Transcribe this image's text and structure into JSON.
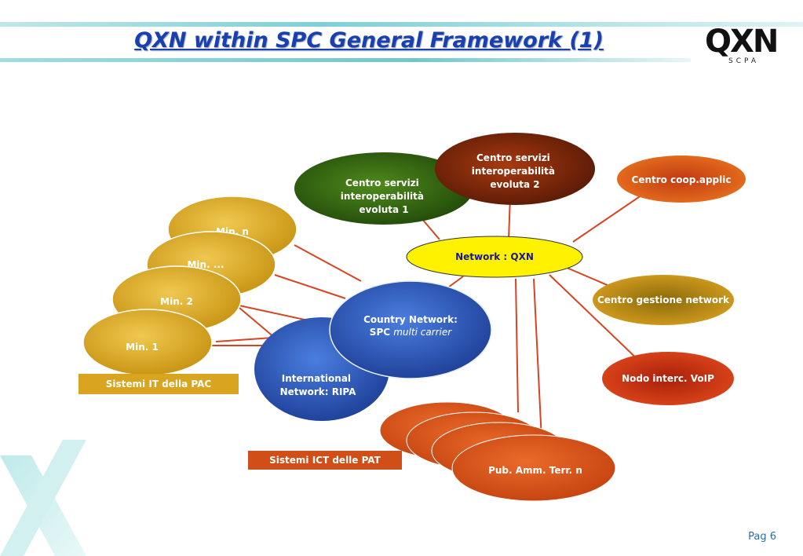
{
  "title": "QXN within SPC General Framework (1)",
  "logo": {
    "text": "QXN",
    "subtitle": "SCPA"
  },
  "page_number": "Pag 6",
  "nodes": {
    "centro_servizi_1": [
      "Centro servizi",
      "interoperabilità",
      "evoluta 1"
    ],
    "centro_servizi_2": [
      "Centro servizi",
      "interoperabilità",
      "evoluta  2"
    ],
    "centro_coop": "Centro coop.applic",
    "network_qxn": "Network : QXN",
    "centro_gestione": "Centro gestione network",
    "nodo_voip": "Nodo interc. VoIP",
    "country_network": [
      "Country Network:",
      "SPC",
      "multi carrier"
    ],
    "international_network": [
      "International",
      "Network: RIPA"
    ],
    "min_n": "Min. n",
    "min_dots": "Min. ...",
    "min_2": "Min. 2",
    "min_1": "Min. 1",
    "pub_amm": "Pub. Amm. Terr. n"
  },
  "labels": {
    "sistemi_pac": "Sistemi IT della PAC",
    "sistemi_pat": "Sistemi ICT delle PAT"
  },
  "colors": {
    "title": "#1a3fb0",
    "gold": "#d4a520",
    "blue": "#2f5ab8",
    "orange": "#d9541a",
    "yellow": "#fff200",
    "green": "#3c6e16",
    "brown": "#8a2d0c",
    "line": "#d64420"
  }
}
